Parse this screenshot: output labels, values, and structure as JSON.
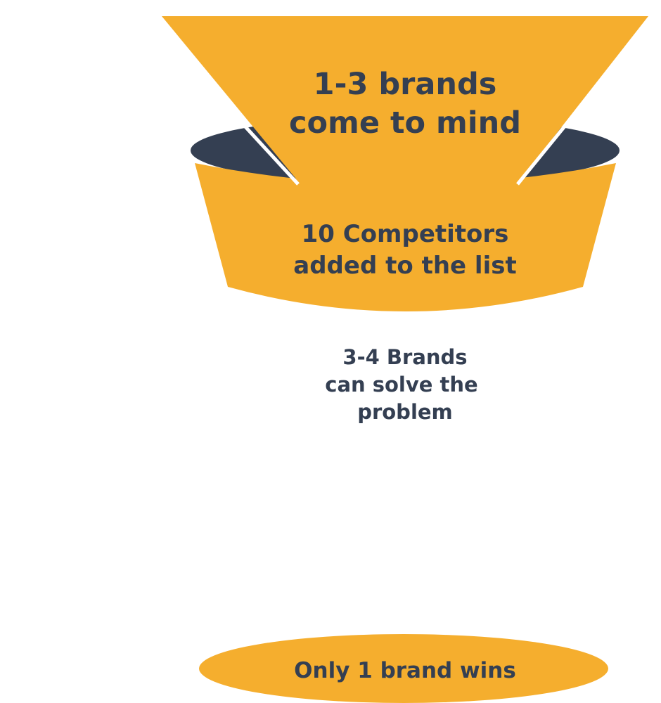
{
  "colors": {
    "accent": "#F5AE2E",
    "dark": "#343F52",
    "text": "#343F52",
    "background": "#FFFFFF"
  },
  "stages": [
    {
      "lines": [
        "1-3 brands",
        "come to mind"
      ]
    },
    {
      "lines": [
        "10 Competitors",
        "added to the list"
      ]
    },
    {
      "lines": [
        "3-4 Brands",
        "can solve the",
        "problem"
      ]
    },
    {
      "lines": [
        "Only 1 brand wins"
      ]
    }
  ]
}
